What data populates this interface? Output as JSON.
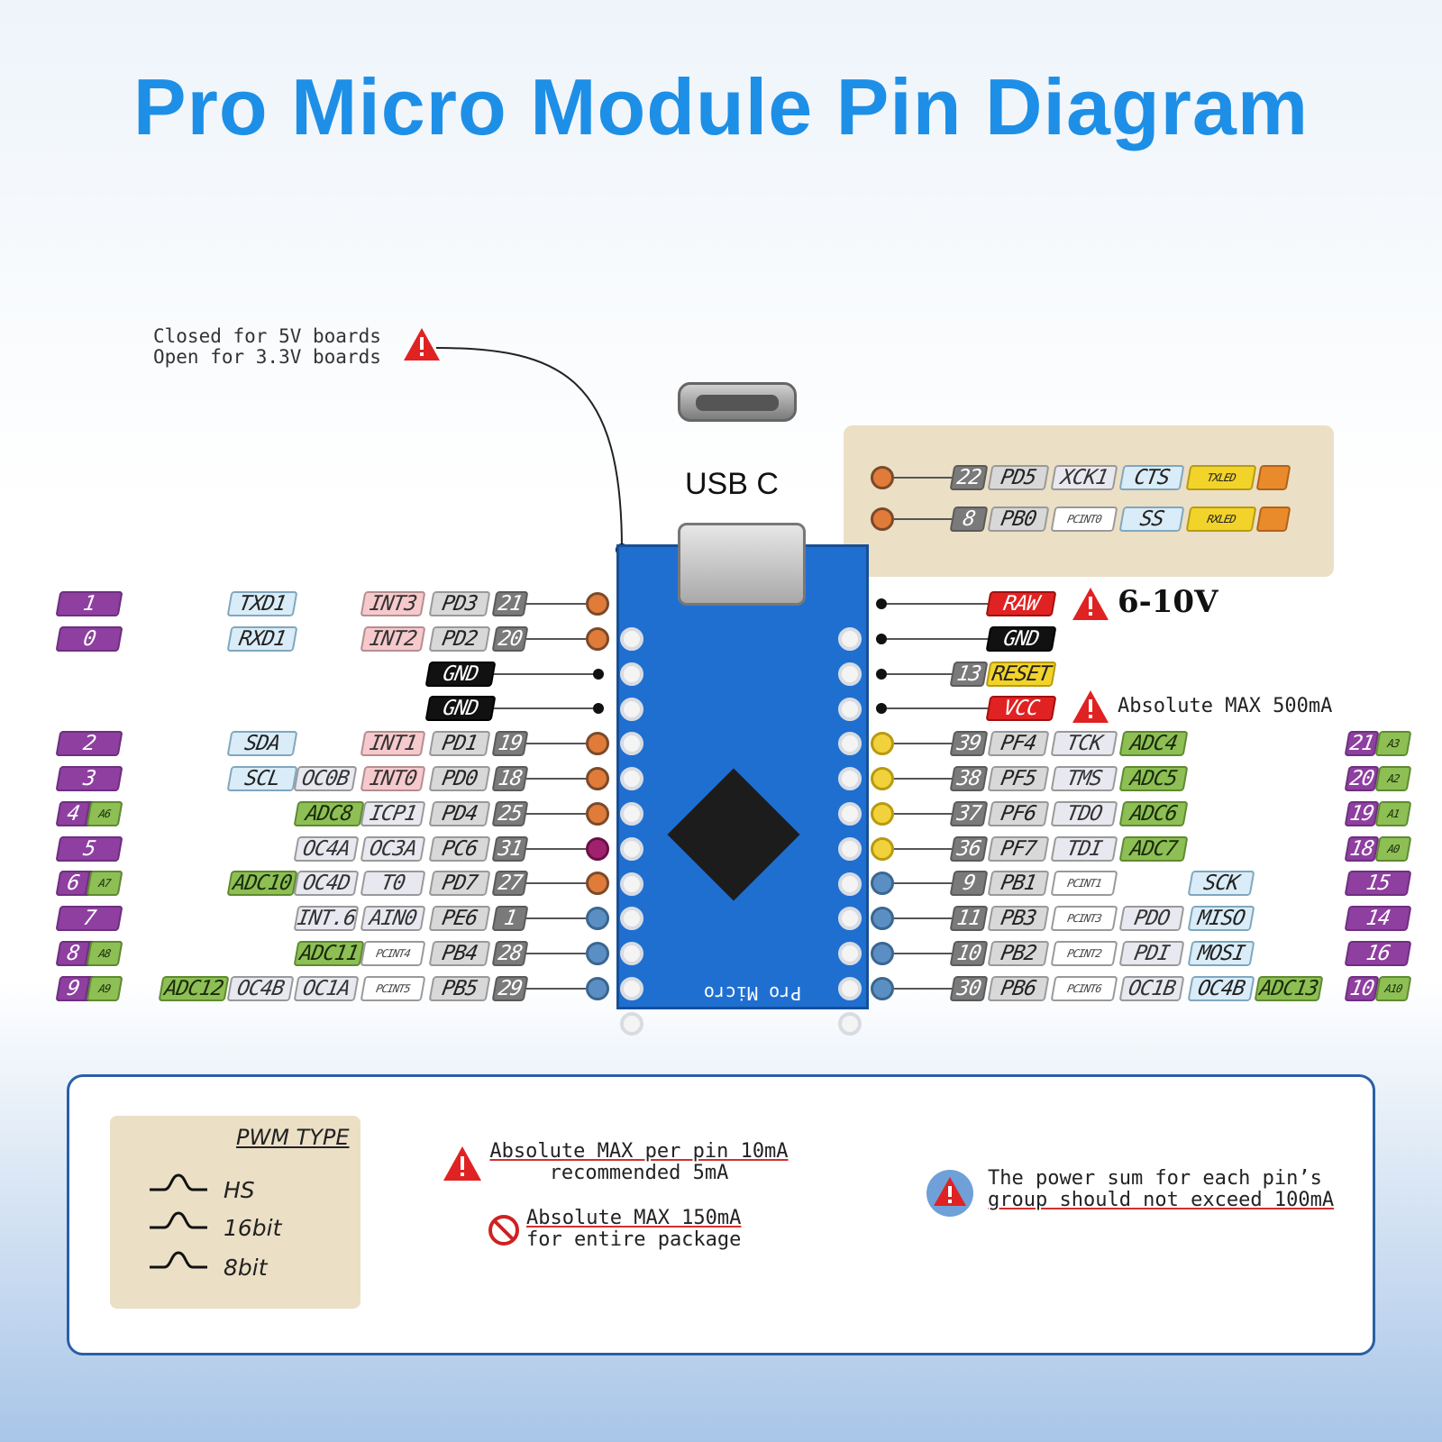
{
  "title": "Pro Micro Module Pin Diagram",
  "jumper_note": [
    "Closed for 5V boards",
    "Open for 3.3V boards"
  ],
  "usb_label": "USB C",
  "led_pins": [
    {
      "num": "22",
      "port": "PD5",
      "f1": "XCK1",
      "f2": "CTS",
      "led": "TXLED"
    },
    {
      "num": "8",
      "port": "PB0",
      "f1": "PCINT0",
      "f2": "SS",
      "led": "RXLED"
    }
  ],
  "left_pins": [
    {
      "ard": "1",
      "ser": "TXD1",
      "int": "INT3",
      "port": "PD3",
      "num": "21"
    },
    {
      "ard": "0",
      "ser": "RXD1",
      "int": "INT2",
      "port": "PD2",
      "num": "20"
    },
    {
      "label": "GND"
    },
    {
      "label": "GND"
    },
    {
      "ard": "2",
      "ser": "SDA",
      "int": "INT1",
      "port": "PD1",
      "num": "19"
    },
    {
      "ard": "3",
      "ser": "SCL",
      "pwm": "OC0B",
      "int": "INT0",
      "port": "PD0",
      "num": "18"
    },
    {
      "ard": "4",
      "an": "A6",
      "adc": "ADC8",
      "f1": "ICP1",
      "port": "PD4",
      "num": "25"
    },
    {
      "ard": "5",
      "f2": "OC4A",
      "f1": "OC3A",
      "port": "PC6",
      "num": "31"
    },
    {
      "ard": "6",
      "an": "A7",
      "adc": "ADC10",
      "f2": "OC4D",
      "f1": "T0",
      "port": "PD7",
      "num": "27"
    },
    {
      "ard": "7",
      "f2": "INT.6",
      "f1": "AIN0",
      "port": "PE6",
      "num": "1"
    },
    {
      "ard": "8",
      "an": "A8",
      "adc": "ADC11",
      "f1": "PCINT4",
      "port": "PB4",
      "num": "28"
    },
    {
      "ard": "9",
      "an": "A9",
      "adc": "ADC12",
      "f3": "OC4B",
      "f2": "OC1A",
      "f1": "PCINT5",
      "port": "PB5",
      "num": "29"
    }
  ],
  "right_pins": [
    {
      "label": "RAW",
      "note": "6-10V"
    },
    {
      "label": "GND"
    },
    {
      "num": "13",
      "label": "RESET"
    },
    {
      "label": "VCC",
      "note": "Absolute MAX 500mA"
    },
    {
      "num": "39",
      "port": "PF4",
      "f1": "TCK",
      "adc": "ADC4",
      "ard": "21",
      "an": "A3"
    },
    {
      "num": "38",
      "port": "PF5",
      "f1": "TMS",
      "adc": "ADC5",
      "ard": "20",
      "an": "A2"
    },
    {
      "num": "37",
      "port": "PF6",
      "f1": "TDO",
      "adc": "ADC6",
      "ard": "19",
      "an": "A1"
    },
    {
      "num": "36",
      "port": "PF7",
      "f1": "TDI",
      "adc": "ADC7",
      "ard": "18",
      "an": "A0"
    },
    {
      "num": "9",
      "port": "PB1",
      "f1": "PCINT1",
      "f3": "SCK",
      "ard": "15"
    },
    {
      "num": "11",
      "port": "PB3",
      "f1": "PCINT3",
      "f2": "PDO",
      "f3": "MISO",
      "ard": "14"
    },
    {
      "num": "10",
      "port": "PB2",
      "f1": "PCINT2",
      "f2": "PDI",
      "f3": "MOSI",
      "ard": "16"
    },
    {
      "num": "30",
      "port": "PB6",
      "f1": "PCINT6",
      "f2": "OC1B",
      "f3": "OC4B",
      "adc": "ADC13",
      "ard": "10",
      "an": "A10"
    }
  ],
  "board_text": "Pro Micro",
  "legend": {
    "pwm_title": "PWM TYPE",
    "pwm_types": [
      "HS",
      "16bit",
      "8bit"
    ],
    "pin_max": [
      "Absolute MAX per pin 10mA",
      "recommended 5mA"
    ],
    "package_max": [
      "Absolute MAX 150mA",
      "for entire package"
    ],
    "group_note": [
      "The power sum for each pin’s",
      "group should not exceed 100mA"
    ]
  },
  "colors": {
    "title": "#1e8fe6",
    "board": "#1f6fd1",
    "legend_border": "#2b5fa6"
  }
}
